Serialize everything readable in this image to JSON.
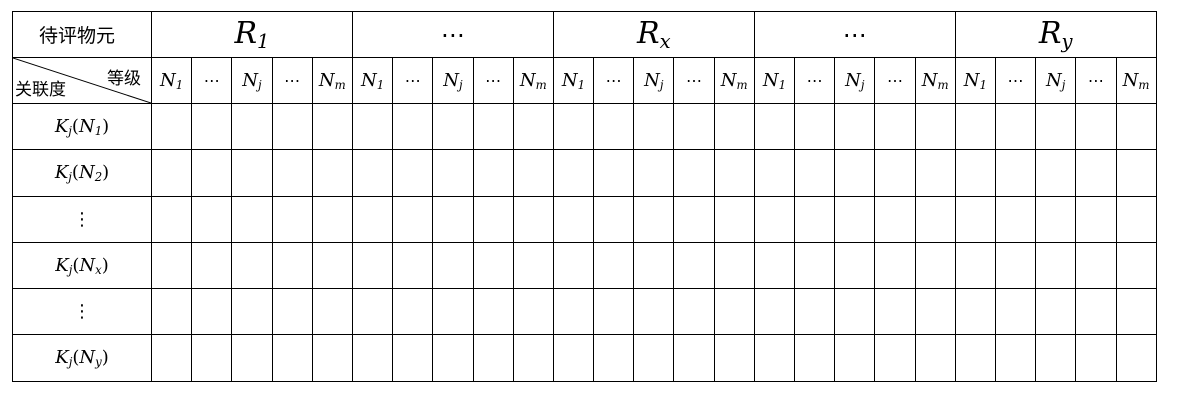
{
  "header_label": "待评物元",
  "corner": {
    "top_right": "等级",
    "bottom_left": "关联度"
  },
  "groups": [
    {
      "base": "R",
      "sub": "1",
      "is_dots": false
    },
    {
      "base": "⋯",
      "sub": "",
      "is_dots": true
    },
    {
      "base": "R",
      "sub": "x",
      "is_dots": false
    },
    {
      "base": "⋯",
      "sub": "",
      "is_dots": true
    },
    {
      "base": "R",
      "sub": "y",
      "is_dots": false
    }
  ],
  "levels": [
    {
      "base": "N",
      "sub": "1",
      "is_dots": false
    },
    {
      "base": "⋯",
      "sub": "",
      "is_dots": true
    },
    {
      "base": "N",
      "sub": "j",
      "is_dots": false
    },
    {
      "base": "⋯",
      "sub": "",
      "is_dots": true
    },
    {
      "base": "N",
      "sub": "m",
      "is_dots": false
    }
  ],
  "rows": [
    {
      "is_vdots": false,
      "k": "K",
      "k_sub": "j",
      "arg": "N",
      "arg_sub": "1"
    },
    {
      "is_vdots": false,
      "k": "K",
      "k_sub": "j",
      "arg": "N",
      "arg_sub": "2"
    },
    {
      "is_vdots": true,
      "text": "⋮"
    },
    {
      "is_vdots": false,
      "k": "K",
      "k_sub": "j",
      "arg": "N",
      "arg_sub": "x"
    },
    {
      "is_vdots": true,
      "text": "⋮"
    },
    {
      "is_vdots": false,
      "k": "K",
      "k_sub": "j",
      "arg": "N",
      "arg_sub": "y"
    }
  ]
}
